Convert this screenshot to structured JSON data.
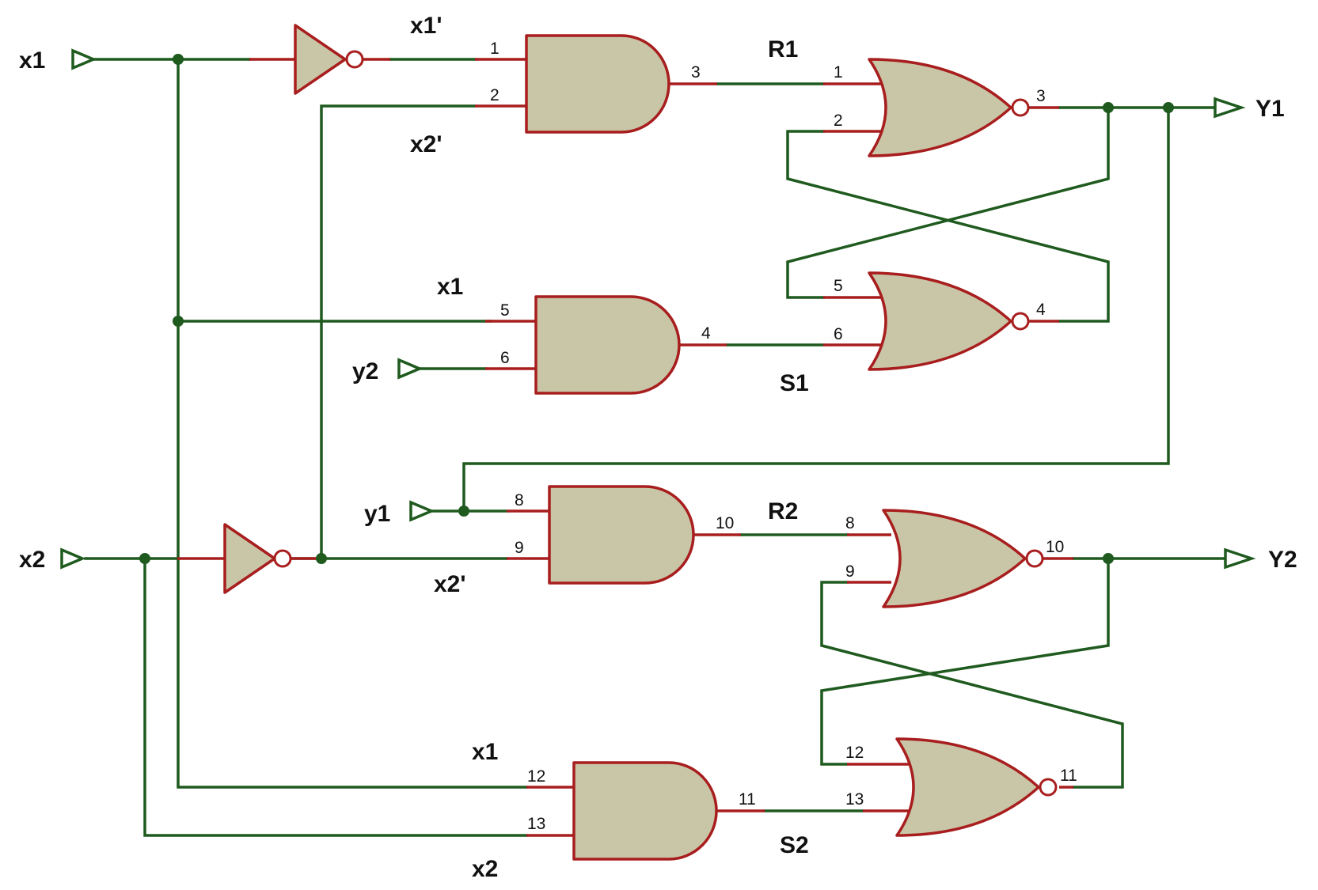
{
  "inputs": {
    "x1": "x1",
    "x2": "x2",
    "y1": "y1",
    "y2": "y2"
  },
  "outputs": {
    "Y1": "Y1",
    "Y2": "Y2"
  },
  "signals": {
    "x1_not": "x1'",
    "x2_not_top": "x2'",
    "x1_mid": "x1",
    "x2_not_bottom": "x2'",
    "x1_bottom": "x1",
    "x2_bottom": "x2",
    "R1": "R1",
    "S1": "S1",
    "R2": "R2",
    "S2": "S2"
  },
  "pins": {
    "and1_in_a": "1",
    "and1_in_b": "2",
    "and1_out": "3",
    "nor1_in_a": "1",
    "nor1_in_b": "2",
    "nor1_out": "3",
    "and2_in_a": "5",
    "and2_in_b": "6",
    "and2_out": "4",
    "nor2_in_a": "5",
    "nor2_in_b": "6",
    "nor2_out": "4",
    "and3_in_a": "8",
    "and3_in_b": "9",
    "and3_out": "10",
    "nor3_in_a": "8",
    "nor3_in_b": "9",
    "nor3_out": "10",
    "and4_in_a": "12",
    "and4_in_b": "13",
    "and4_out": "11",
    "nor4_in_a": "12",
    "nor4_in_b": "13",
    "nor4_out": "11"
  },
  "colors": {
    "wire": "#1f5a1f",
    "gate_outline": "#a81e1e",
    "gate_fill": "#c9c6a8"
  }
}
